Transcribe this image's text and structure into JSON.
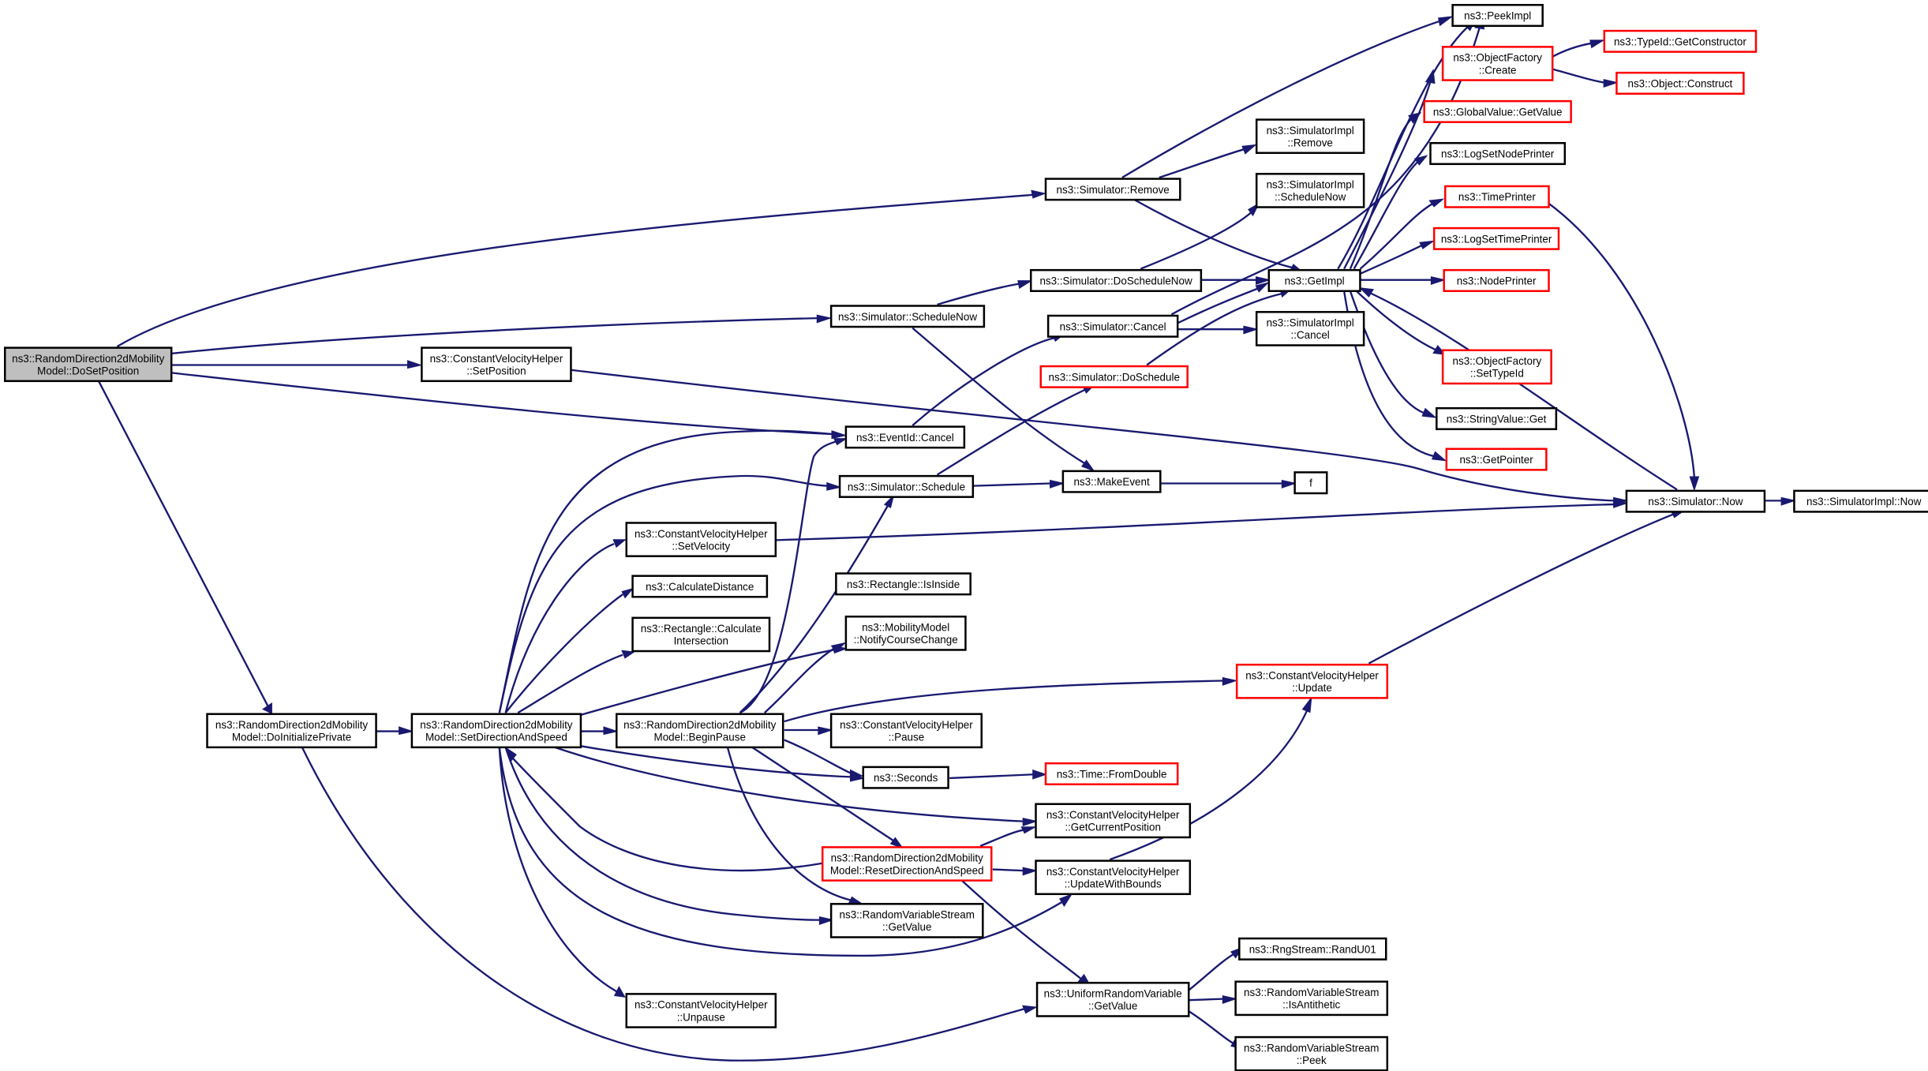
{
  "colors": {
    "edge": "#191970",
    "node_border": "#000000",
    "node_border_truncated": "#ff0000",
    "root_fill": "#bfbfbf",
    "node_fill": "#ffffff"
  },
  "nodes": [
    {
      "id": "root",
      "lines": [
        "ns3::RandomDirection2dMobility",
        "Model::DoSetPosition"
      ],
      "root": true
    },
    {
      "id": "doInit",
      "lines": [
        "ns3::RandomDirection2dMobility",
        "Model::DoInitializePrivate"
      ]
    },
    {
      "id": "setDir",
      "lines": [
        "ns3::RandomDirection2dMobility",
        "Model::SetDirectionAndSpeed"
      ]
    },
    {
      "id": "beginPause",
      "lines": [
        "ns3::RandomDirection2dMobility",
        "Model::BeginPause"
      ]
    },
    {
      "id": "reset",
      "lines": [
        "ns3::RandomDirection2dMobility",
        "Model::ResetDirectionAndSpeed"
      ],
      "truncated": true
    },
    {
      "id": "cvhSetPos",
      "lines": [
        "ns3::ConstantVelocityHelper",
        "::SetPosition"
      ]
    },
    {
      "id": "cvhSetVel",
      "lines": [
        "ns3::ConstantVelocityHelper",
        "::SetVelocity"
      ]
    },
    {
      "id": "calcDist",
      "lines": [
        "ns3::CalculateDistance"
      ]
    },
    {
      "id": "rectCalc",
      "lines": [
        "ns3::Rectangle::Calculate",
        "Intersection"
      ]
    },
    {
      "id": "rectIn",
      "lines": [
        "ns3::Rectangle::IsInside"
      ]
    },
    {
      "id": "notify",
      "lines": [
        "ns3::MobilityModel",
        "::NotifyCourseChange"
      ]
    },
    {
      "id": "cvhPause",
      "lines": [
        "ns3::ConstantVelocityHelper",
        "::Pause"
      ]
    },
    {
      "id": "seconds",
      "lines": [
        "ns3::Seconds"
      ]
    },
    {
      "id": "fromDouble",
      "lines": [
        "ns3::Time::FromDouble"
      ],
      "truncated": true
    },
    {
      "id": "getCurPos",
      "lines": [
        "ns3::ConstantVelocityHelper",
        "::GetCurrentPosition"
      ]
    },
    {
      "id": "updBounds",
      "lines": [
        "ns3::ConstantVelocityHelper",
        "::UpdateWithBounds"
      ]
    },
    {
      "id": "rvsGet",
      "lines": [
        "ns3::RandomVariableStream",
        "::GetValue"
      ]
    },
    {
      "id": "unpause",
      "lines": [
        "ns3::ConstantVelocityHelper",
        "::Unpause"
      ]
    },
    {
      "id": "urvGet",
      "lines": [
        "ns3::UniformRandomVariable",
        "::GetValue"
      ]
    },
    {
      "id": "randU01",
      "lines": [
        "ns3::RngStream::RandU01"
      ]
    },
    {
      "id": "isAnti",
      "lines": [
        "ns3::RandomVariableStream",
        "::IsAntithetic"
      ]
    },
    {
      "id": "peek",
      "lines": [
        "ns3::RandomVariableStream",
        "::Peek"
      ]
    },
    {
      "id": "cvhUpdate",
      "lines": [
        "ns3::ConstantVelocityHelper",
        "::Update"
      ],
      "truncated": true
    },
    {
      "id": "schedNow",
      "lines": [
        "ns3::Simulator::ScheduleNow"
      ]
    },
    {
      "id": "doSchedNow",
      "lines": [
        "ns3::Simulator::DoScheduleNow"
      ]
    },
    {
      "id": "simRemove",
      "lines": [
        "ns3::Simulator::Remove"
      ]
    },
    {
      "id": "simCancel",
      "lines": [
        "ns3::Simulator::Cancel"
      ]
    },
    {
      "id": "doSchedule",
      "lines": [
        "ns3::Simulator::DoSchedule"
      ],
      "truncated": true
    },
    {
      "id": "eventCancel",
      "lines": [
        "ns3::EventId::Cancel"
      ]
    },
    {
      "id": "simSchedule",
      "lines": [
        "ns3::Simulator::Schedule"
      ]
    },
    {
      "id": "makeEvent",
      "lines": [
        "ns3::MakeEvent"
      ]
    },
    {
      "id": "f",
      "lines": [
        "f"
      ]
    },
    {
      "id": "siRemove",
      "lines": [
        "ns3::SimulatorImpl",
        "::Remove"
      ]
    },
    {
      "id": "siSchedNow",
      "lines": [
        "ns3::SimulatorImpl",
        "::ScheduleNow"
      ]
    },
    {
      "id": "siCancel",
      "lines": [
        "ns3::SimulatorImpl",
        "::Cancel"
      ]
    },
    {
      "id": "getImpl",
      "lines": [
        "ns3::GetImpl"
      ]
    },
    {
      "id": "peekImpl",
      "lines": [
        "ns3::PeekImpl"
      ]
    },
    {
      "id": "ofCreate",
      "lines": [
        "ns3::ObjectFactory",
        "::Create"
      ],
      "truncated": true
    },
    {
      "id": "typeIdCtor",
      "lines": [
        "ns3::TypeId::GetConstructor"
      ],
      "truncated": true
    },
    {
      "id": "objConstruct",
      "lines": [
        "ns3::Object::Construct"
      ],
      "truncated": true
    },
    {
      "id": "gvGet",
      "lines": [
        "ns3::GlobalValue::GetValue"
      ],
      "truncated": true
    },
    {
      "id": "logNode",
      "lines": [
        "ns3::LogSetNodePrinter"
      ]
    },
    {
      "id": "timePrinter",
      "lines": [
        "ns3::TimePrinter"
      ],
      "truncated": true
    },
    {
      "id": "logTime",
      "lines": [
        "ns3::LogSetTimePrinter"
      ],
      "truncated": true
    },
    {
      "id": "nodePrinter",
      "lines": [
        "ns3::NodePrinter"
      ],
      "truncated": true
    },
    {
      "id": "ofSetType",
      "lines": [
        "ns3::ObjectFactory",
        "::SetTypeId"
      ],
      "truncated": true
    },
    {
      "id": "svGet",
      "lines": [
        "ns3::StringValue::Get"
      ]
    },
    {
      "id": "getPointer",
      "lines": [
        "ns3::GetPointer"
      ],
      "truncated": true
    },
    {
      "id": "simNow",
      "lines": [
        "ns3::Simulator::Now"
      ]
    },
    {
      "id": "siNow",
      "lines": [
        "ns3::SimulatorImpl::Now"
      ]
    }
  ]
}
